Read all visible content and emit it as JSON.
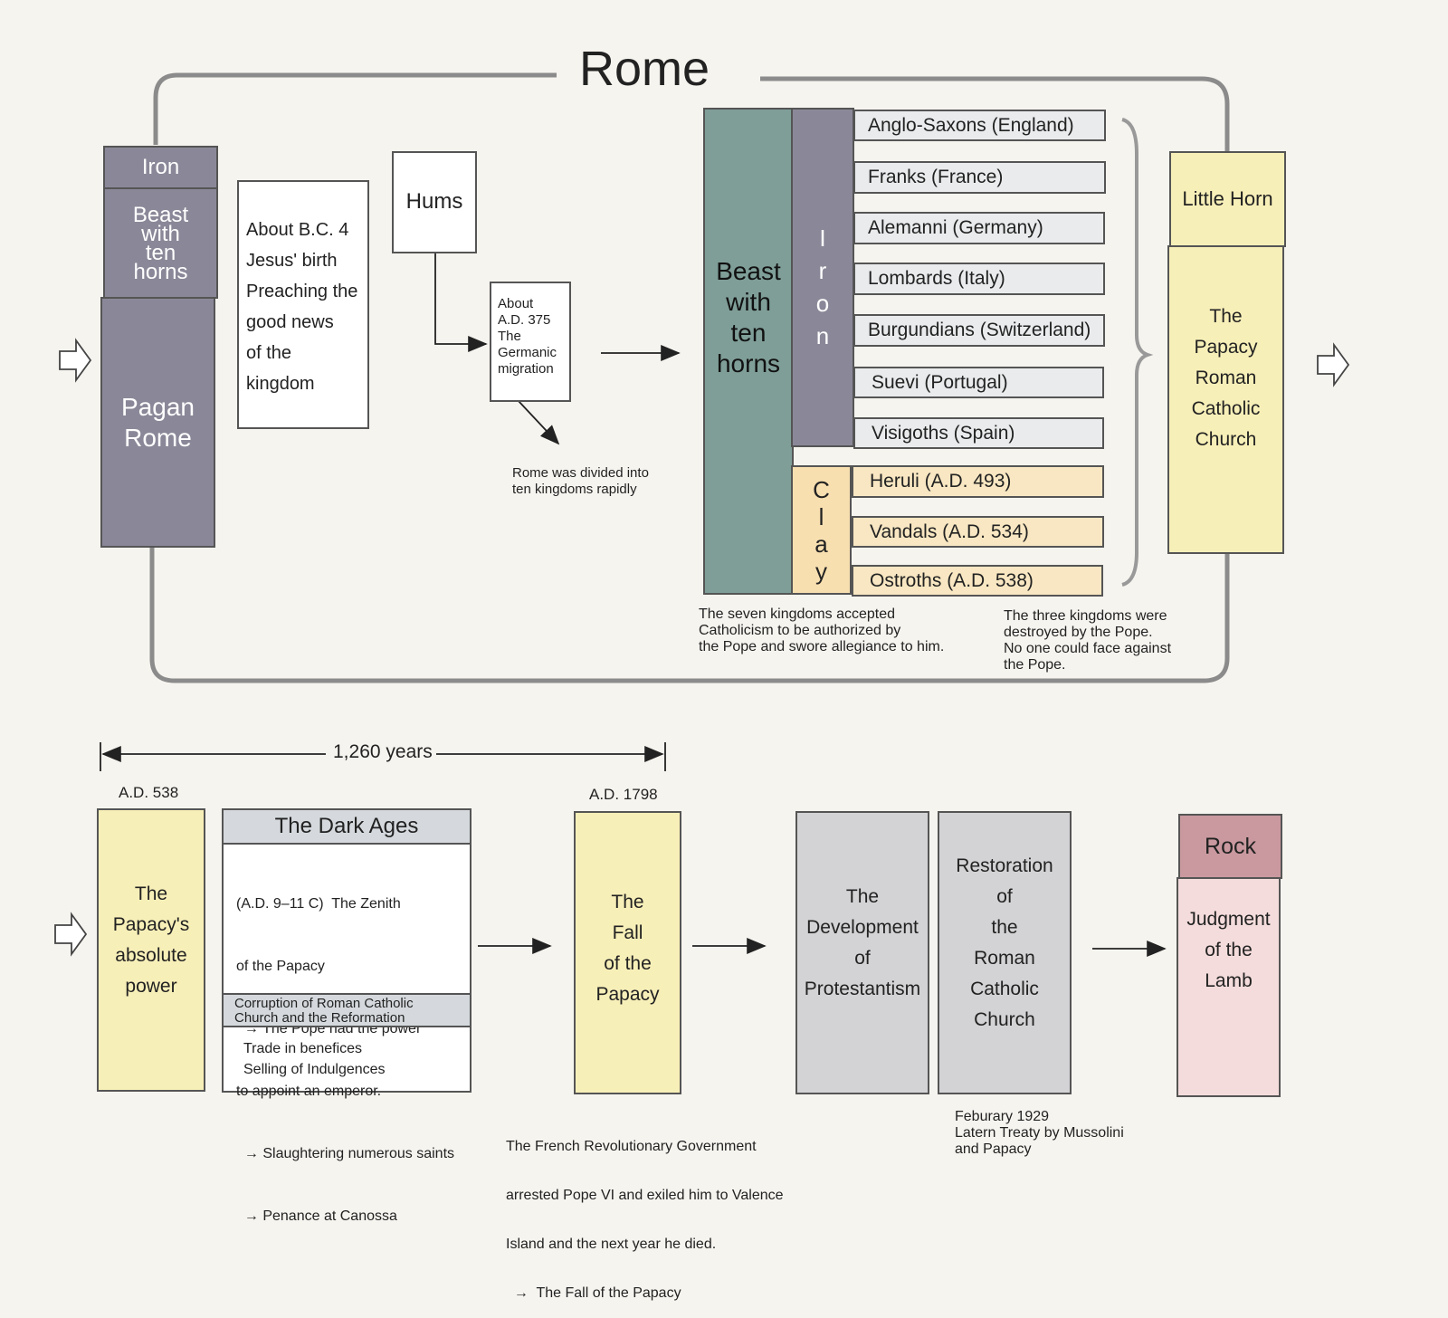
{
  "title": "Rome",
  "pagan": {
    "iron": "Iron",
    "beast": [
      "Beast",
      "with",
      "ten",
      "horns"
    ],
    "name": [
      "Pagan",
      "Rome"
    ]
  },
  "birth": [
    "About B.C. 4",
    "Jesus' birth",
    "Preaching the",
    "good news",
    "of the",
    "kingdom"
  ],
  "hums": "Hums",
  "migration": [
    "About",
    "A.D. 375",
    "The",
    "Germanic",
    "migration"
  ],
  "divided_note": [
    "Rome was divided into",
    "ten kingdoms rapidly"
  ],
  "beast_col": [
    "Beast",
    "with",
    "ten",
    "horns"
  ],
  "iron_letters": [
    "I",
    "r",
    "o",
    "n"
  ],
  "clay_letters": [
    "C",
    "l",
    "a",
    "y"
  ],
  "iron_kingdoms": [
    "Anglo-Saxons (England)",
    "Franks (France)",
    "Alemanni (Germany)",
    "Lombards (Italy)",
    "Burgundians (Switzerland)",
    "Suevi (Portugal)",
    "Visigoths (Spain)"
  ],
  "clay_kingdoms": [
    "Heruli (A.D. 493)",
    "Vandals (A.D. 534)",
    "Ostroths (A.D. 538)"
  ],
  "seven_note": [
    "The seven kingdoms accepted",
    "Catholicism to be authorized by",
    "the Pope and swore allegiance to him."
  ],
  "three_note": [
    "The three kingdoms were",
    "destroyed by the Pope.",
    "No one could face against",
    "the Pope."
  ],
  "little_horn": "Little Horn",
  "papacy": [
    "The",
    "Papacy",
    "Roman",
    "Catholic",
    "Church"
  ],
  "span_label": "1,260 years",
  "date_538": "A.D. 538",
  "date_1798": "A.D. 1798",
  "absolute_power": [
    "The",
    "Papacy's",
    "absolute",
    "power"
  ],
  "dark_ages": {
    "title": "The Dark Ages",
    "body": [
      "(A.D. 9–11 C)  The Zenith",
      "of the Papacy",
      "  → The Pope had the power",
      "to appoint an emperor.",
      "  → Slaughtering numerous saints",
      "  → Penance at Canossa"
    ],
    "corruption": [
      "Corruption of Roman Catholic",
      "Church and the Reformation"
    ],
    "trade": [
      "Trade in benefices",
      "Selling of Indulgences"
    ]
  },
  "fall": [
    "The",
    "Fall",
    "of the",
    "Papacy"
  ],
  "french_note": [
    "The French Revolutionary Government",
    "arrested Pope VI and exiled him to Valence",
    "Island and the next year he died.",
    "  →  The Fall of the Papacy"
  ],
  "protestantism": [
    "The",
    "Development",
    "of",
    "Protestantism"
  ],
  "restoration": [
    "Restoration",
    "of",
    "the",
    "Roman",
    "Catholic",
    "Church"
  ],
  "lateran_note": [
    "Feburary 1929",
    "Latern Treaty by Mussolini",
    "and Papacy"
  ],
  "rock": "Rock",
  "judgment": [
    "Judgment",
    "of the",
    "Lamb"
  ]
}
